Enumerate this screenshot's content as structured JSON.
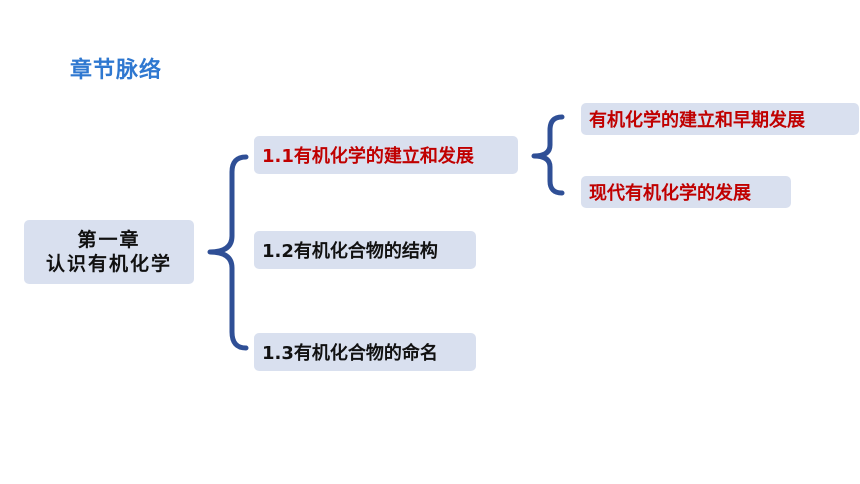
{
  "title": "章节脉络",
  "root": {
    "line1": "第一章",
    "line2": "认识有机化学"
  },
  "sections": [
    {
      "label": "1.1有机化学的建立和发展",
      "color": "#c00000"
    },
    {
      "label": "1.2有机化合物的结构",
      "color": "#111111"
    },
    {
      "label": "1.3有机化合物的命名",
      "color": "#111111"
    }
  ],
  "subsections": [
    {
      "label": "有机化学的建立和早期发展",
      "color": "#c00000"
    },
    {
      "label": "现代有机化学的发展",
      "color": "#c00000"
    }
  ],
  "colors": {
    "accent": "#2f78d0",
    "brace": "#2f4f96",
    "box_fill": "#d9e0ef"
  }
}
